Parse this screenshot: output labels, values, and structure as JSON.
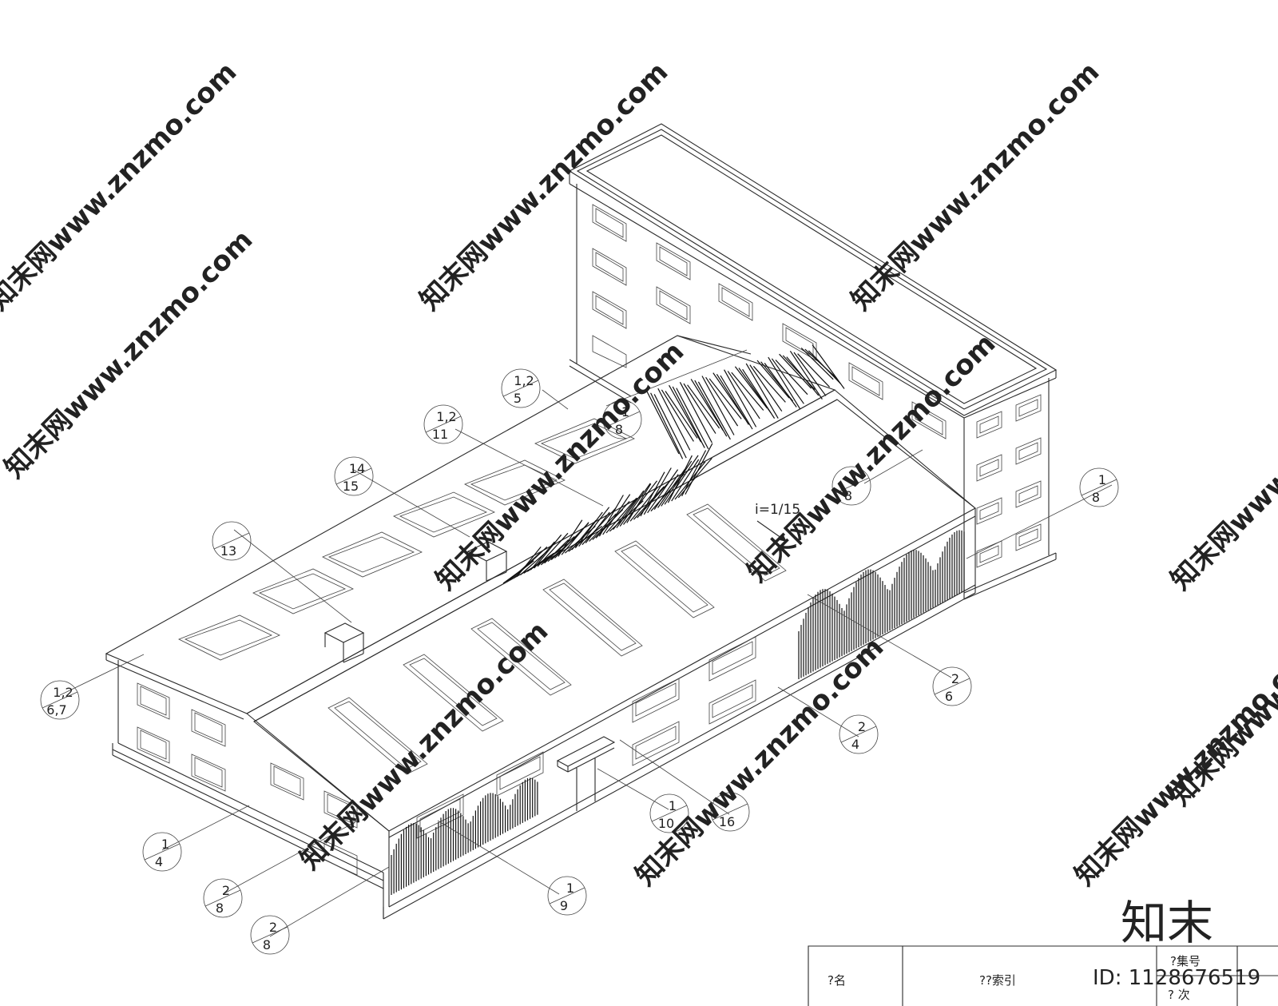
{
  "callouts": [
    {
      "top": "1,2",
      "bottom": "5"
    },
    {
      "top": "1",
      "bottom": "8"
    },
    {
      "top": "1,2",
      "bottom": "11"
    },
    {
      "top": "14",
      "bottom": "15"
    },
    {
      "top": "",
      "bottom": "13"
    },
    {
      "top": "1",
      "bottom": "8"
    },
    {
      "top": "1",
      "bottom": "8"
    },
    {
      "top": "1,2",
      "bottom": "6,7"
    },
    {
      "top": "2",
      "bottom": "6"
    },
    {
      "top": "2",
      "bottom": "4"
    },
    {
      "top": "1",
      "bottom": "10"
    },
    {
      "top": "",
      "bottom": "16"
    },
    {
      "top": "1",
      "bottom": "4"
    },
    {
      "top": "2",
      "bottom": "8"
    },
    {
      "top": "1",
      "bottom": "9"
    },
    {
      "top": "2",
      "bottom": "8"
    }
  ],
  "slope_label": "i=1/15",
  "watermark": {
    "text": "知末网www.znzmo.com",
    "brand": "知末",
    "id": "ID: 1128676519"
  },
  "title_block": {
    "name_label": "?名",
    "index_label": "??索引",
    "set_label": "?集号",
    "page_label": "?  次"
  },
  "colors": {
    "line": "#2b2b2b",
    "watermark": "#d9d9d9"
  }
}
